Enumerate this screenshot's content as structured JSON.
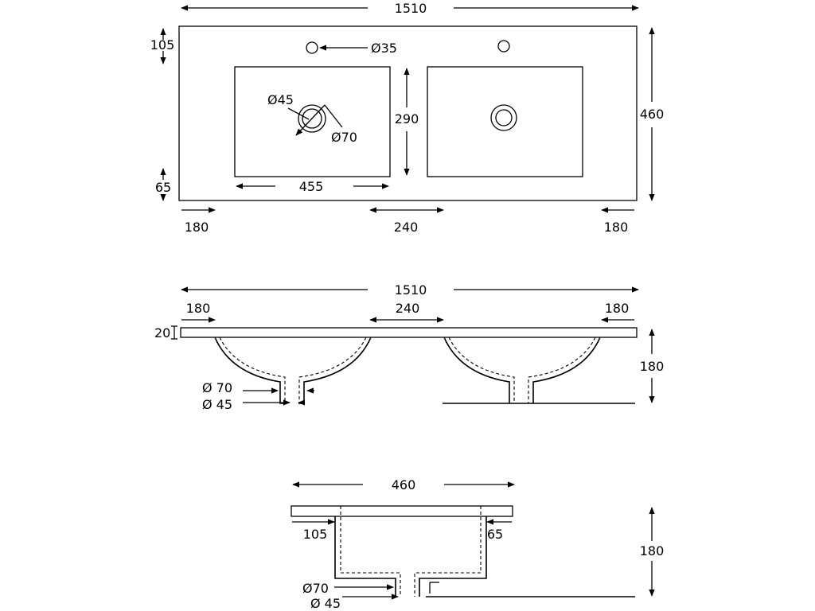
{
  "top_view": {
    "overall_width": "1510",
    "depth": "460",
    "tap_offset": "105",
    "front_margin": "65",
    "tap_hole": "Ø35",
    "overflow": "Ø45",
    "drain": "Ø70",
    "basin_depth": "290",
    "basin_width": "455",
    "left_edge": "180",
    "gap": "240",
    "right_edge": "180"
  },
  "front_view": {
    "overall_width": "1510",
    "left_edge": "180",
    "gap": "240",
    "right_edge": "180",
    "thickness": "20",
    "height": "180",
    "drain": "Ø 70",
    "overflow": "Ø 45"
  },
  "side_view": {
    "depth": "460",
    "back_margin": "105",
    "front_margin": "65",
    "height": "180",
    "drain": "Ø70",
    "overflow": "Ø 45"
  }
}
